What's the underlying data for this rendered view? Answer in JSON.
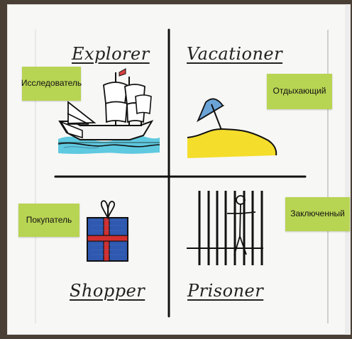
{
  "labels": {
    "top_left": "Explorer",
    "top_right": "Vacationer",
    "bottom_left": "Shopper",
    "bottom_right": "Prisoner"
  },
  "stickies": {
    "explorer_ru": "Исследователь",
    "vacationer_ru": "Отдыхающий",
    "shopper_ru": "Покупатель",
    "prisoner_ru": "Заключенный"
  },
  "colors": {
    "sticky": "#b8d453",
    "water": "#56c6de",
    "sand": "#f4dd2b",
    "gift_blue": "#2f59b0",
    "gift_ribbon": "#d32f2f",
    "ink": "#111111",
    "flag": "#d94141"
  },
  "icons": {
    "ship": "ship-icon",
    "beach": "beach-umbrella-icon",
    "gift": "gift-box-icon",
    "prison": "prison-bars-icon"
  }
}
